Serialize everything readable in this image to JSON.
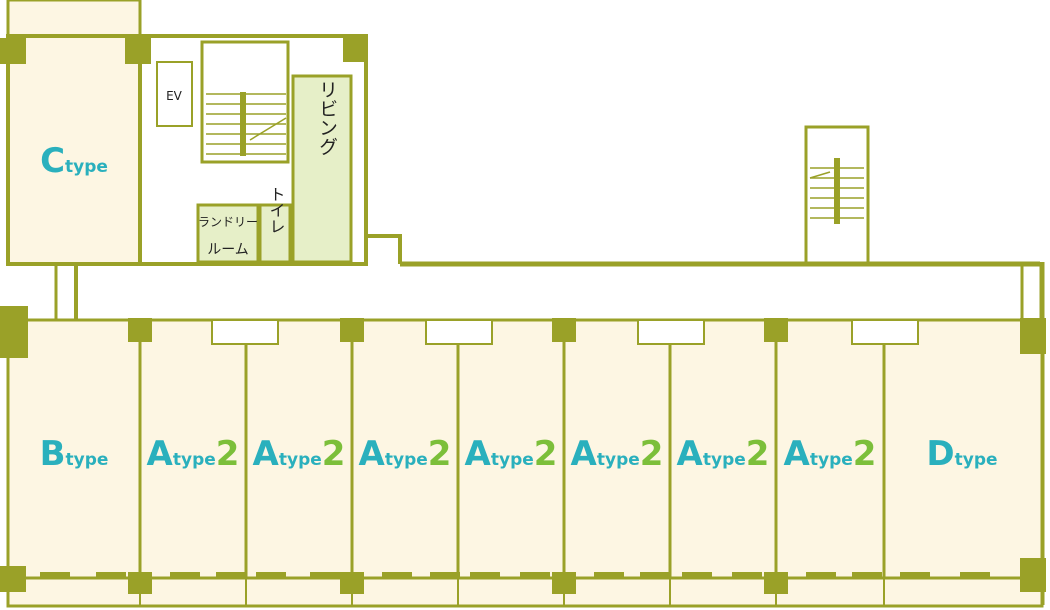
{
  "colors": {
    "wall": "#9aa128",
    "unit_fill": "#fdf6e3",
    "living_fill": "#e6efc8",
    "corridor_fill": "#ffffff",
    "label_letter": "#2ab0bd",
    "label_number": "#7cbf3a",
    "text": "#222222"
  },
  "labels": {
    "ev": "EV",
    "living": "リビング",
    "laundry_line1": "ランドリー",
    "laundry_line2": "ルーム",
    "toilet": "トイレ"
  },
  "units": {
    "c": {
      "letter": "C",
      "type": "type"
    },
    "b": {
      "letter": "B",
      "type": "type"
    },
    "a1": {
      "letter": "A",
      "type": "type",
      "num": "2"
    },
    "a2": {
      "letter": "A",
      "type": "type",
      "num": "2"
    },
    "a3": {
      "letter": "A",
      "type": "type",
      "num": "2"
    },
    "a4": {
      "letter": "A",
      "type": "type",
      "num": "2"
    },
    "a5": {
      "letter": "A",
      "type": "type",
      "num": "2"
    },
    "a6": {
      "letter": "A",
      "type": "type",
      "num": "2"
    },
    "a7": {
      "letter": "A",
      "type": "type",
      "num": "2"
    },
    "d": {
      "letter": "D",
      "type": "type"
    }
  }
}
